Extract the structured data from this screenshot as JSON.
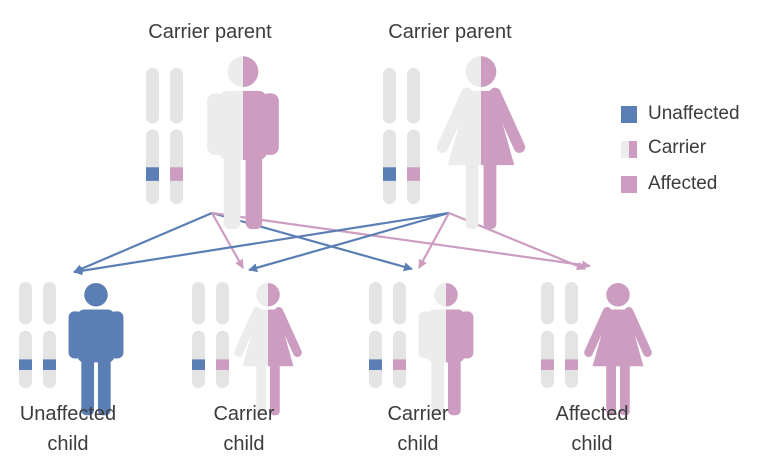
{
  "colors": {
    "unaffected": "#5b7fb5",
    "affected": "#cc9dc0",
    "carrier_light": "#ececec",
    "chromosome": "#e4e4e4",
    "text": "#3c3c3c"
  },
  "icons": {
    "chromosome": "chromosome-pair-icon",
    "male": "male-figure-icon",
    "female": "female-figure-icon"
  },
  "parents": [
    {
      "label": "Carrier parent",
      "sex": "male",
      "status": "carrier",
      "alleles": [
        "unaffected",
        "affected"
      ]
    },
    {
      "label": "Carrier parent",
      "sex": "female",
      "status": "carrier",
      "alleles": [
        "unaffected",
        "affected"
      ]
    }
  ],
  "children": [
    {
      "label_line1": "Unaffected",
      "label_line2": "child",
      "sex": "male",
      "status": "unaffected",
      "alleles": [
        "unaffected",
        "unaffected"
      ]
    },
    {
      "label_line1": "Carrier",
      "label_line2": "child",
      "sex": "female",
      "status": "carrier",
      "alleles": [
        "unaffected",
        "affected"
      ]
    },
    {
      "label_line1": "Carrier",
      "label_line2": "child",
      "sex": "male",
      "status": "carrier",
      "alleles": [
        "unaffected",
        "affected"
      ]
    },
    {
      "label_line1": "Affected",
      "label_line2": "child",
      "sex": "female",
      "status": "affected",
      "alleles": [
        "affected",
        "affected"
      ]
    }
  ],
  "legend": [
    {
      "label": "Unaffected",
      "status": "unaffected"
    },
    {
      "label": "Carrier",
      "status": "carrier"
    },
    {
      "label": "Affected",
      "status": "affected"
    }
  ],
  "arrows": [
    {
      "from": 0,
      "to": 0,
      "allele": "unaffected"
    },
    {
      "from": 0,
      "to": 1,
      "allele": "affected"
    },
    {
      "from": 0,
      "to": 2,
      "allele": "unaffected"
    },
    {
      "from": 0,
      "to": 3,
      "allele": "affected"
    },
    {
      "from": 1,
      "to": 0,
      "allele": "unaffected"
    },
    {
      "from": 1,
      "to": 1,
      "allele": "unaffected"
    },
    {
      "from": 1,
      "to": 2,
      "allele": "affected"
    },
    {
      "from": 1,
      "to": 3,
      "allele": "affected"
    }
  ]
}
